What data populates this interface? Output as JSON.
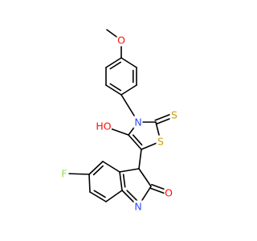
{
  "structure": {
    "atoms": [
      {
        "id": "ome_c",
        "label": ""
      },
      {
        "id": "o_methoxy",
        "label": "O",
        "color": "#ff0d0d"
      },
      {
        "id": "ar1",
        "label": ""
      },
      {
        "id": "ar2",
        "label": ""
      },
      {
        "id": "ar3",
        "label": ""
      },
      {
        "id": "ar4",
        "label": ""
      },
      {
        "id": "ar5",
        "label": ""
      },
      {
        "id": "ar6",
        "label": ""
      },
      {
        "id": "n_ring",
        "label": "N",
        "color": "#3050f8"
      },
      {
        "id": "c2",
        "label": ""
      },
      {
        "id": "s_thione",
        "label": "S",
        "color": "#c8a000"
      },
      {
        "id": "s_ring",
        "label": "S",
        "color": "#c8a000"
      },
      {
        "id": "c5",
        "label": ""
      },
      {
        "id": "c4",
        "label": ""
      },
      {
        "id": "o_hydroxy",
        "label": "HO",
        "color": "#ff0d0d"
      },
      {
        "id": "c3",
        "label": ""
      },
      {
        "id": "c2i",
        "label": ""
      },
      {
        "id": "o_carbonyl",
        "label": "O",
        "color": "#ff0d0d"
      },
      {
        "id": "n_indole",
        "label": "N",
        "color": "#3050f8"
      },
      {
        "id": "c7a",
        "label": ""
      },
      {
        "id": "c7",
        "label": ""
      },
      {
        "id": "c6",
        "label": ""
      },
      {
        "id": "c5i",
        "label": ""
      },
      {
        "id": "f",
        "label": "F",
        "color": "#90e050"
      },
      {
        "id": "c4i",
        "label": ""
      },
      {
        "id": "c3a",
        "label": ""
      }
    ],
    "bonds": [
      {
        "a": "ome_c",
        "b": "o_methoxy",
        "order": 1
      },
      {
        "a": "o_methoxy",
        "b": "ar1",
        "order": 1
      },
      {
        "a": "ar1",
        "b": "ar2",
        "order": 2,
        "side": "in"
      },
      {
        "a": "ar2",
        "b": "ar3",
        "order": 1
      },
      {
        "a": "ar3",
        "b": "ar4",
        "order": 2,
        "side": "in"
      },
      {
        "a": "ar4",
        "b": "ar5",
        "order": 1
      },
      {
        "a": "ar5",
        "b": "ar6",
        "order": 2,
        "side": "in"
      },
      {
        "a": "ar6",
        "b": "ar1",
        "order": 1
      },
      {
        "a": "ar4",
        "b": "n_ring",
        "order": 1
      },
      {
        "a": "n_ring",
        "b": "c2",
        "order": 1
      },
      {
        "a": "c2",
        "b": "s_thione",
        "order": 2,
        "side": "center"
      },
      {
        "a": "c2",
        "b": "s_ring",
        "order": 1
      },
      {
        "a": "s_ring",
        "b": "c5",
        "order": 1
      },
      {
        "a": "c5",
        "b": "c4",
        "order": 2,
        "side": "in"
      },
      {
        "a": "c4",
        "b": "n_ring",
        "order": 1
      },
      {
        "a": "c4",
        "b": "o_hydroxy",
        "order": 1
      },
      {
        "a": "c5",
        "b": "c3",
        "order": 1
      },
      {
        "a": "c3",
        "b": "c2i",
        "order": 1
      },
      {
        "a": "c2i",
        "b": "o_carbonyl",
        "order": 2,
        "side": "center"
      },
      {
        "a": "c2i",
        "b": "n_indole",
        "order": 1
      },
      {
        "a": "n_indole",
        "b": "c7a",
        "order": 2,
        "side": "in"
      },
      {
        "a": "c7a",
        "b": "c7",
        "order": 1
      },
      {
        "a": "c7",
        "b": "c6",
        "order": 2,
        "side": "in"
      },
      {
        "a": "c6",
        "b": "c5i",
        "order": 1
      },
      {
        "a": "c5i",
        "b": "c4i",
        "order": 2,
        "side": "in"
      },
      {
        "a": "c5i",
        "b": "f",
        "order": 1
      },
      {
        "a": "c4i",
        "b": "c3a",
        "order": 1
      },
      {
        "a": "c3a",
        "b": "c7a",
        "order": 2,
        "side": "in"
      },
      {
        "a": "c3a",
        "b": "c3",
        "order": 1
      }
    ]
  }
}
